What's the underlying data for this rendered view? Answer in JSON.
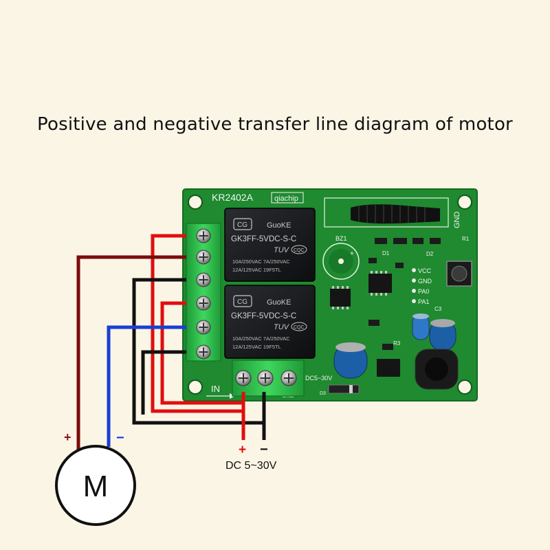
{
  "title": "Positive and negative transfer line diagram of motor",
  "board": {
    "model": "KR2402A",
    "brand": "qiachip",
    "relay_brand": "GuoKE",
    "relay_model": "GK3FF-5VDC-S-C",
    "relay_rating_1": "10A/250VAC 7A/250VAC",
    "relay_rating_2": "12A/125VAC 19F5TL",
    "relay_cert": "TUV",
    "relay_cert_2": "CQC",
    "buzzer_label": "BZ1",
    "pin_vcc": "VCC",
    "pin_gnd": "GND",
    "pin_pa0": "PA0",
    "pin_pa1": "PA1",
    "gnd_vertical": "GND",
    "in_label": "IN",
    "dc_board_label": "DC5~30V",
    "pin_plus": "+",
    "pin_gnd_small": "GND",
    "comp_d1": "D1",
    "comp_d2": "D2",
    "comp_r3": "R3",
    "comp_c3": "C3",
    "comp_d3": "D3",
    "comp_r1": "R1"
  },
  "supply": {
    "plus": "+",
    "minus": "−",
    "label": "DC 5~30V"
  },
  "motor": {
    "label": "M",
    "plus": "+",
    "minus": "−"
  },
  "colors": {
    "background": "#fbf5e6",
    "pcb": "#1f8a2f",
    "pcb_dark": "#146a22",
    "relay": "#16181b",
    "terminal": "#2fc24a",
    "wire_red": "#e10e0e",
    "wire_black": "#111111",
    "wire_brown": "#7a0c0c",
    "wire_blue": "#1a3fd6"
  }
}
